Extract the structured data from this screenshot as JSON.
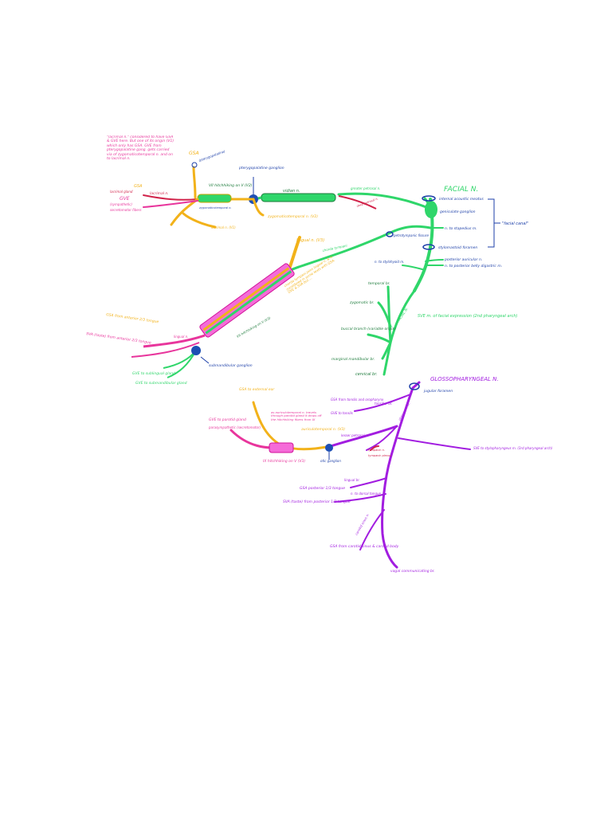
{
  "colors": {
    "facial": "#2fd66a",
    "glosso": "#a21de0",
    "trigeminal": "#f2b21a",
    "gsa": "#e8359c",
    "ganglion": "#1e4fb4",
    "label_blue": "#1c3fa8",
    "label_red": "#d1234a",
    "tube_pink": "#f25ad0"
  },
  "facial": {
    "title": "FACIAL N.",
    "internal_acoustic": "internal acoustic meatus",
    "geniculate": "geniculate ganglion",
    "stapedius": "n. to stapedius m.",
    "stylomastoid": "stylomastoid foramen",
    "facial_canal": "\"facial canal\"",
    "post_auricular": "posterior auricular n.",
    "post_belly": "n. to posterior belly digastric m.",
    "stylohyoid": "n. to stylohyoid m.",
    "gsp": "greater petrosal n.",
    "deep_petrosal": "deep petrosal n.",
    "vidian": "vidian n.",
    "ptp_ganglion": "pterygopalatine ganglion",
    "chorda_tympani": "chorda tympani",
    "petrotympanic": "petrotympanic fissure",
    "temporal": "temporal br.",
    "zygomatic": "zygomatic br.",
    "buccal": "buccal branch (variable origin)",
    "marginal": "marginal mandibular br.",
    "cervical": "cervical br.",
    "branches": "FACIAL N.",
    "sve": "SVE m. of facial expression (2nd pharyngeal arch)"
  },
  "upper_trigeminal": {
    "note": "\"lacrimal n.\" considered to have GSA & GVE here. But one of its origin (V1) which only has GSA. GVE from pterygopalatine gang. gets carried via of zygomaticotemporal n. and on to lacrimal n.",
    "lacrimal_gland_label": "lacrimal gland",
    "gvE": "GVE",
    "gve_desc": "(sympathetic)",
    "lacrimal_nerve": "lacrimal n.",
    "gsa_top": "GSA",
    "pterygopalatine_label": "(pterygopalatine)",
    "v2_hitchhiking": "VII hitchhiking on V (V2)",
    "zygomatic_v2": "zygomaticotemporal n. (V2)",
    "zygomatic_n": "zygomaticotemporal n.",
    "lacrimal_v1": "lacrimal n. (V1)",
    "gsa_label": "GSA",
    "upper_gsa_small": "secretomotor fibers"
  },
  "lower_trigeminal": {
    "lingual_v3": "lingual n. (V3)",
    "lingual_n": "lingual n.",
    "chorda_note": "chorda tympani joins lingual n. & is considered in some texts with GSA, GVE & SVA but ...",
    "vii_hitch": "VII hitchhiking on V (V3)",
    "gsa_anterior": "GSA from anterior 2/3 tongue",
    "sva_anterior": "SVA (taste) from anterior 2/3 tongue",
    "gve_sublingual": "GVE to sublingual gland",
    "gve_submandibular": "GVE to submandibular gland",
    "submandibular_ganglion": "submandibular ganglion"
  },
  "glosso": {
    "title": "GLOSSOPHARYNGEAL N.",
    "jugular": "jugular foramen",
    "gsa_tonsils": "GSA from tonsils and oropharynx",
    "gve_tonsils": "GVE to tonsils",
    "tonsillar": "tonsillar br.",
    "pharyngeal_br": "pharyngeal br.",
    "lesser_petrosal": "lesser petrosal n.",
    "tympanic": "tympanic n.",
    "tympanic_plexus": "tympanic plexus",
    "auriculotemporal": "auriculotemporal n. (V3)",
    "otic": "otic ganglion",
    "gsa_ear": "GSA to external ear",
    "gve_parotid": "GVE to parotid gland",
    "parotid_desc": "parasympathetic (secretomotor)",
    "auricul_note": "as auriculotemporal n. travels through parotid gland it drops off the hitchhiking fibers from IX",
    "ix_hitch": "IX hitchhiking on V (V3)",
    "sve": "SVE to stylopharyngeus m. (3rd pharyngeal arch)",
    "lingual_br": "lingual br.",
    "gsa_posterior": "GSA posterior 1/3 tongue",
    "sva_posterior": "SVA (taste) from posterior 1/3 tongue",
    "carotid_sinus": "carotid sinus n.",
    "gsa_carotid": "GSA from carotid sinus & carotid body",
    "vagal": "vagal communicating br.",
    "to_dorsal": "n. to dorsal tongue"
  }
}
